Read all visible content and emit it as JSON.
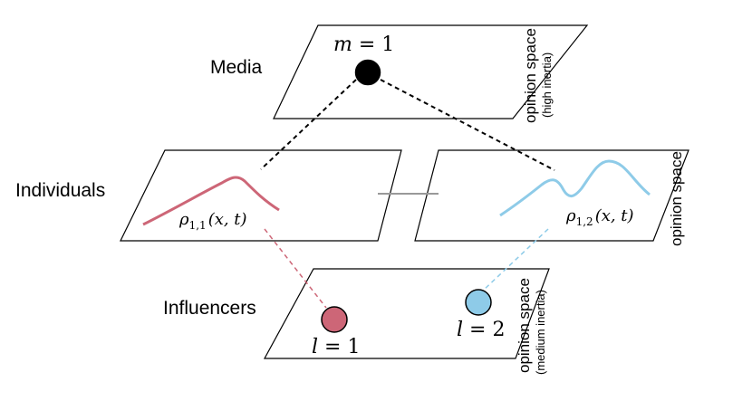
{
  "layers": {
    "media": {
      "label": "Media",
      "node_var": "m",
      "node_eq": " = 1",
      "axis_label": "opinion space",
      "axis_sub": "(high inertia)",
      "node_color": "#000000"
    },
    "individuals": {
      "label": "Individuals",
      "left_axis_label": "",
      "right_axis_label": "opinion space",
      "density_1": {
        "symbol": "ρ",
        "sub": "1,1",
        "args": "(x, t)",
        "color": "#cd6677"
      },
      "density_2": {
        "symbol": "ρ",
        "sub": "1,2",
        "args": "(x, t)",
        "color": "#8ecbe8"
      }
    },
    "influencers": {
      "label": "Influencers",
      "axis_label": "opinion space",
      "axis_sub": "(medium inertia)",
      "node_1": {
        "var": "l",
        "eq": " = 1",
        "color": "#cd6677"
      },
      "node_2": {
        "var": "l",
        "eq": " = 2",
        "color": "#8ecbe8"
      }
    }
  },
  "colors": {
    "link_media": "#000000",
    "link_group": "#999999",
    "link_influencer_1": "#cd6677",
    "link_influencer_2": "#8ecbe8"
  }
}
